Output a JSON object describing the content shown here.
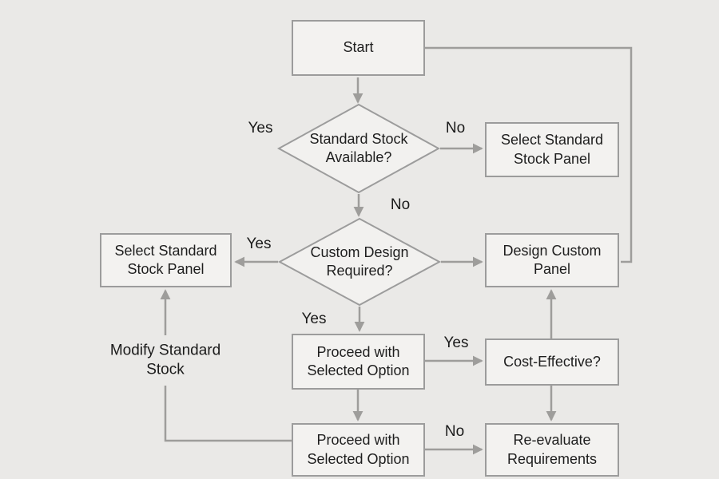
{
  "flowchart": {
    "nodes": {
      "start": {
        "label": "Start"
      },
      "standard_stock_available": {
        "label": "Standard Stock Available?"
      },
      "select_standard_stock_panel_right": {
        "label": "Select Standard Stock Panel"
      },
      "custom_design_required": {
        "label": "Custom Design Required?"
      },
      "select_standard_stock_panel_left": {
        "label": "Select Standard Stock Panel"
      },
      "design_custom_panel": {
        "label": "Design Custom Panel"
      },
      "proceed_with_selected_option_mid": {
        "label": "Proceed with Selected Option"
      },
      "cost_effective": {
        "label": "Cost-Effective?"
      },
      "proceed_with_selected_option_bottom": {
        "label": "Proceed with Selected Option"
      },
      "re_evaluate_requirements": {
        "label": "Re-evaluate Requirements"
      }
    },
    "edge_labels": {
      "standard_stock_yes": "Yes",
      "standard_stock_no": "No",
      "to_custom_design_no": "No",
      "custom_design_yes_left": "Yes",
      "custom_design_yes_down": "Yes",
      "cost_effective_yes": "Yes",
      "cost_effective_no": "No",
      "modify_standard_stock": "Modify Standard Stock"
    },
    "colors": {
      "background": "#eae9e7",
      "node_fill": "#f3f2f0",
      "node_border": "#9c9c9c",
      "connector": "#9e9d9b",
      "text": "#1e1e1e"
    }
  }
}
